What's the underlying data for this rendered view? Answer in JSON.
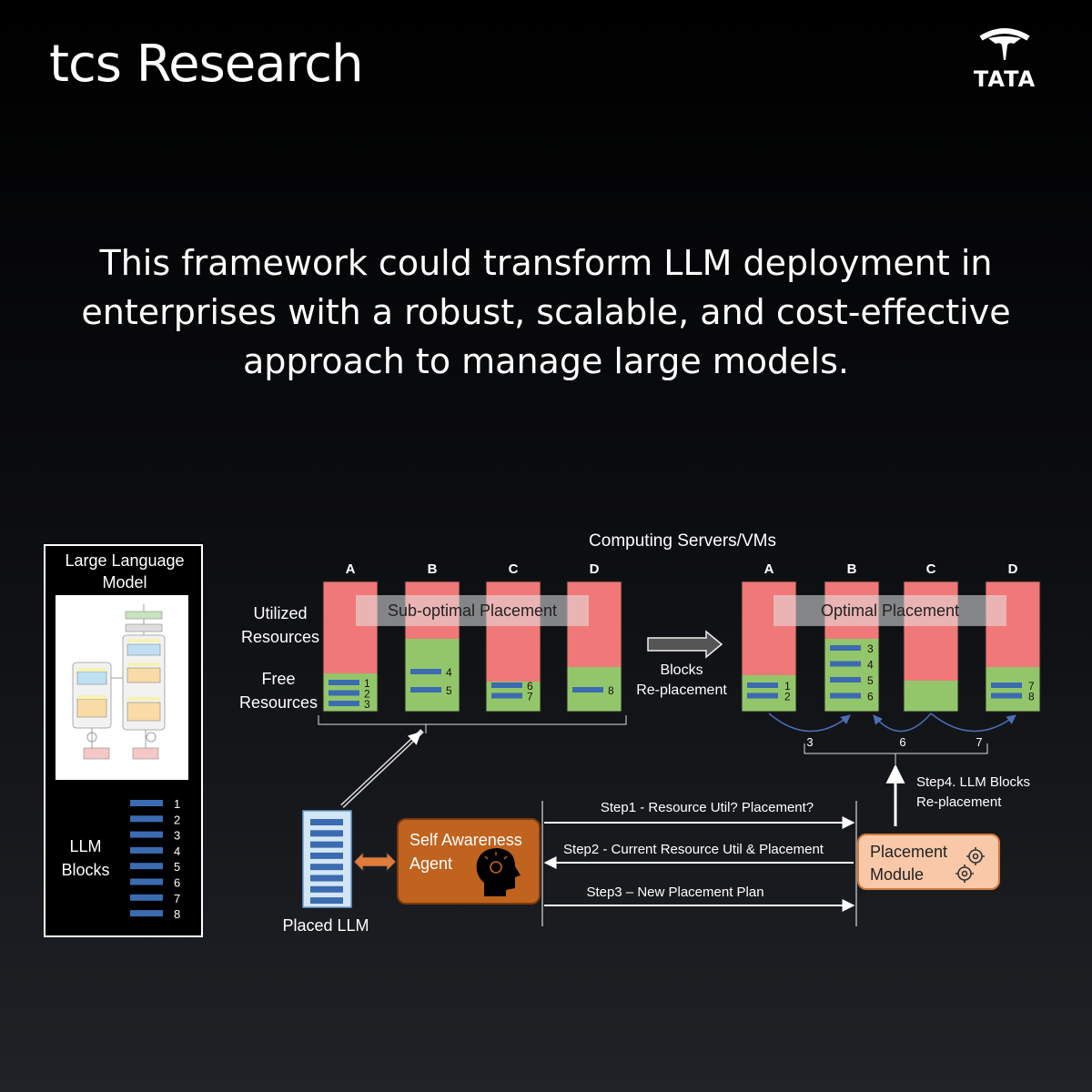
{
  "brand": {
    "name": "tcs Research",
    "parent_wordmark": "TATA"
  },
  "headline": "This framework could transform LLM deployment in enterprises with a robust, scalable, and cost-effective approach to manage large models.",
  "diagram": {
    "llm_panel": {
      "title_line1": "Large Language",
      "title_line2": "Model",
      "blocks_label_line1": "LLM",
      "blocks_label_line2": "Blocks",
      "block_numbers": [
        "1",
        "2",
        "3",
        "4",
        "5",
        "6",
        "7",
        "8"
      ]
    },
    "servers_title": "Computing Servers/VMs",
    "server_labels": [
      "A",
      "B",
      "C",
      "D"
    ],
    "utilized_label_line1": "Utilized",
    "utilized_label_line2": "Resources",
    "free_label_line1": "Free",
    "free_label_line2": "Resources",
    "suboptimal_label": "Sub-optimal  Placement",
    "optimal_label": "Optimal  Placement",
    "replacement_line1": "Blocks",
    "replacement_line2": "Re-placement",
    "suboptimal_block_numbers": {
      "A": [
        "1",
        "2",
        "3"
      ],
      "B": [
        "4",
        "5"
      ],
      "C": [
        "6",
        "7"
      ],
      "D": [
        "8"
      ]
    },
    "optimal_block_numbers": {
      "A": [
        "1",
        "2"
      ],
      "B": [
        "3",
        "4",
        "5",
        "6"
      ],
      "C": [],
      "D": [
        "7",
        "8"
      ]
    },
    "moved_blocks": [
      "3",
      "6",
      "7"
    ],
    "step4_line1": "Step4. LLM Blocks",
    "step4_line2": "Re-placement",
    "step1": "Step1 - Resource Util? Placement?",
    "step2": "Step2 - Current Resource Util & Placement",
    "step3": "Step3 – New Placement Plan",
    "agent_line1": "Self Awareness",
    "agent_line2": "Agent",
    "placement_line1": "Placement",
    "placement_line2": "Module",
    "placed_llm_label": "Placed LLM"
  },
  "colors": {
    "utilized": "#f07878",
    "free": "#93c66a",
    "block": "#3b6bb0",
    "agent": "#c0631f",
    "placement": "#f8c8a8"
  }
}
